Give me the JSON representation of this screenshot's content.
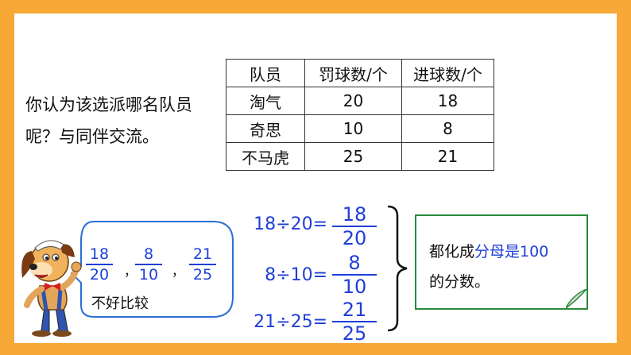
{
  "question": {
    "line1": "你认为该选派哪名队员",
    "line2": "呢？与同伴交流。"
  },
  "table": {
    "headers": [
      "队员",
      "罚球数/个",
      "进球数/个"
    ],
    "rows": [
      [
        "淘气",
        "20",
        "18"
      ],
      [
        "奇思",
        "10",
        "8"
      ],
      [
        "不马虎",
        "25",
        "21"
      ]
    ]
  },
  "equations": [
    {
      "lhs": "18÷20=",
      "num": "18",
      "den": "20"
    },
    {
      "lhs": "8÷10=",
      "num": "8",
      "den": "10"
    },
    {
      "lhs": "21÷25=",
      "num": "21",
      "den": "25"
    }
  ],
  "note": {
    "part1": "都化成",
    "highlight": "分母是100",
    "line2": "的分数。"
  },
  "bubble": {
    "fractions": [
      {
        "num": "18",
        "den": "20"
      },
      {
        "num": "8",
        "den": "10"
      },
      {
        "num": "21",
        "den": "25"
      }
    ],
    "separator": "，",
    "text": "不好比较"
  },
  "colors": {
    "frame": "#f7a836",
    "accent_blue": "#1f3fd6",
    "note_border": "#2a8a3a"
  },
  "icons": [
    "cartoon-dog-character"
  ]
}
